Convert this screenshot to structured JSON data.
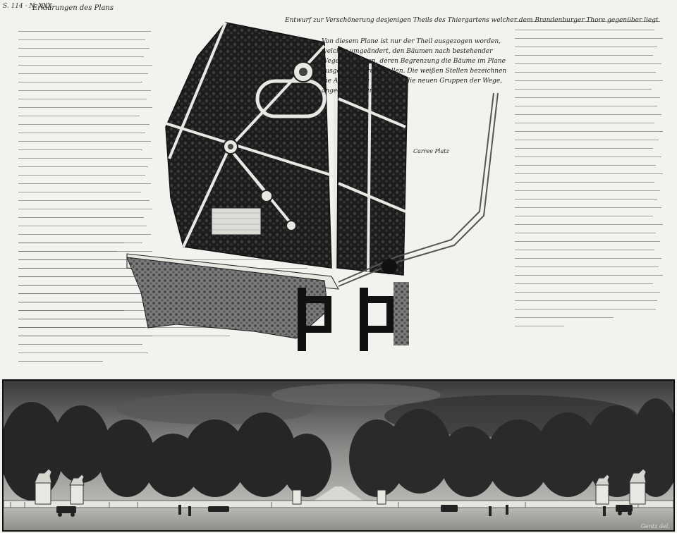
{
  "sheet": {
    "archive_note": "S. 114 · N. XXX",
    "left_heading": "Erklärungen des Plans",
    "center_heading": "Entwurf zur Verschönerung desjenigen Theils des Thiergartens welcher dem Brandenburger Thore gegenüber liegt",
    "plan_caption": "Von diesem Plane ist nur der Theil ausgezogen worden, welcher umgeändert, den Bäumen nach bestehender Wege und Alleen, deren Begrenzung die Bäume im Plane ausgesetzt werden sollen. Die weißen Stellen bezeichnen die Anordnung der Wege, die neuen Gruppen der Wege, angedeutet werden.",
    "corner_label": "Carree Platz",
    "signature": "Gentz del."
  },
  "panorama": {
    "title": "View toward the Tiergarten avenue with gate pillars and horse sculptures"
  },
  "colors": {
    "paper": "#f3f2ee",
    "ink": "#1a1a1a",
    "wash": "#3a3a3a"
  }
}
